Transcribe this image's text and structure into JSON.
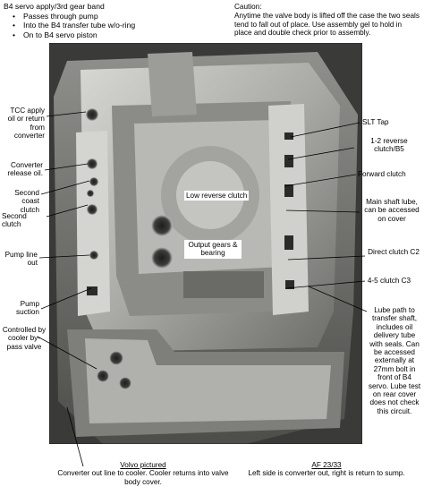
{
  "top_left": {
    "title": "B4 servo apply/3rd gear band",
    "bullets": [
      "Passes through pump",
      "Into the B4 transfer tube w/o-ring",
      "On to B4  servo piston"
    ]
  },
  "caution": {
    "heading": "Caution:",
    "body": "Anytime the valve body is lifted off the case the two seals tend to fall out of place.  Use assembly gel to hold in place and double check prior to assembly."
  },
  "left_labels": {
    "tcc": "TCC apply oil or return from converter",
    "converter_release": "Converter release oil.",
    "second_coast": "Second  coast clutch",
    "second_clutch": "Second clutch",
    "pump_line_out": "Pump line out",
    "pump_suction": "Pump suction",
    "cooler_bypass": "Controlled by cooler by-pass valve"
  },
  "right_labels": {
    "slt_tap": "SLT Tap",
    "reverse_1_2": "1-2 reverse clutch/B5",
    "forward_clutch": "Forward clutch",
    "main_shaft": "Main shaft lube, can be accessed on cover",
    "direct_clutch": "Direct clutch C2",
    "clutch_4_5": "4-5 clutch C3",
    "lube_path": "Lube path to transfer shaft, includes oil delivery tube with seals.  Can be accessed externally at 27mm bolt in front of B4 servo.  Lube test on rear cover does not check this circuit."
  },
  "center_labels": {
    "low_reverse": "Low reverse clutch",
    "output_gears": "Output gears & bearing"
  },
  "bottom": {
    "left_title": "Volvo pictured",
    "left_body": "Converter out line to cooler.  Cooler returns into valve body cover.",
    "right_title": "AF 23/33",
    "right_body": "Left side is converter out, right is return to sump."
  },
  "colors": {
    "photo_bg": "#3a3a38",
    "casting_light": "#c9c9c6",
    "casting_mid": "#9a9a97",
    "casting_dark": "#5e5e5b",
    "leader_line": "#000000"
  }
}
